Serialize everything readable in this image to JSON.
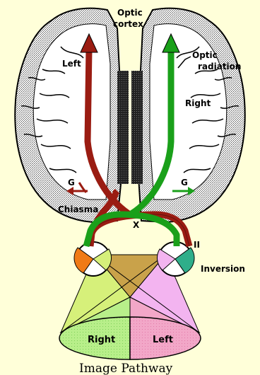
{
  "labels": {
    "optic_cortex_line1": "Optic",
    "optic_cortex_line2": "cortex",
    "optic_radiation_line1": "Optic",
    "optic_radiation_line2": "radiation",
    "left_hemisphere": "Left",
    "right_hemisphere": "Right",
    "g_left": "G",
    "g_right": "G",
    "chiasma": "Chiasma",
    "x_marker": "X",
    "ii_marker": "II",
    "inversion": "Inversion",
    "field_right": "Right",
    "field_left": "Left",
    "title": "Image Pathway"
  },
  "colors": {
    "background": "#ffffd9",
    "left_pathway": "#9a1c12",
    "right_pathway": "#1aa01a",
    "field_right": "#b8ef8a",
    "field_left": "#f2a7c8",
    "field_top_left": "#d6f07a",
    "field_top_right": "#f3b4f0",
    "center_triangle": "#c9a24a",
    "eye_left_sector": "#f07a16",
    "eye_right_sector": "#2fae8a"
  }
}
